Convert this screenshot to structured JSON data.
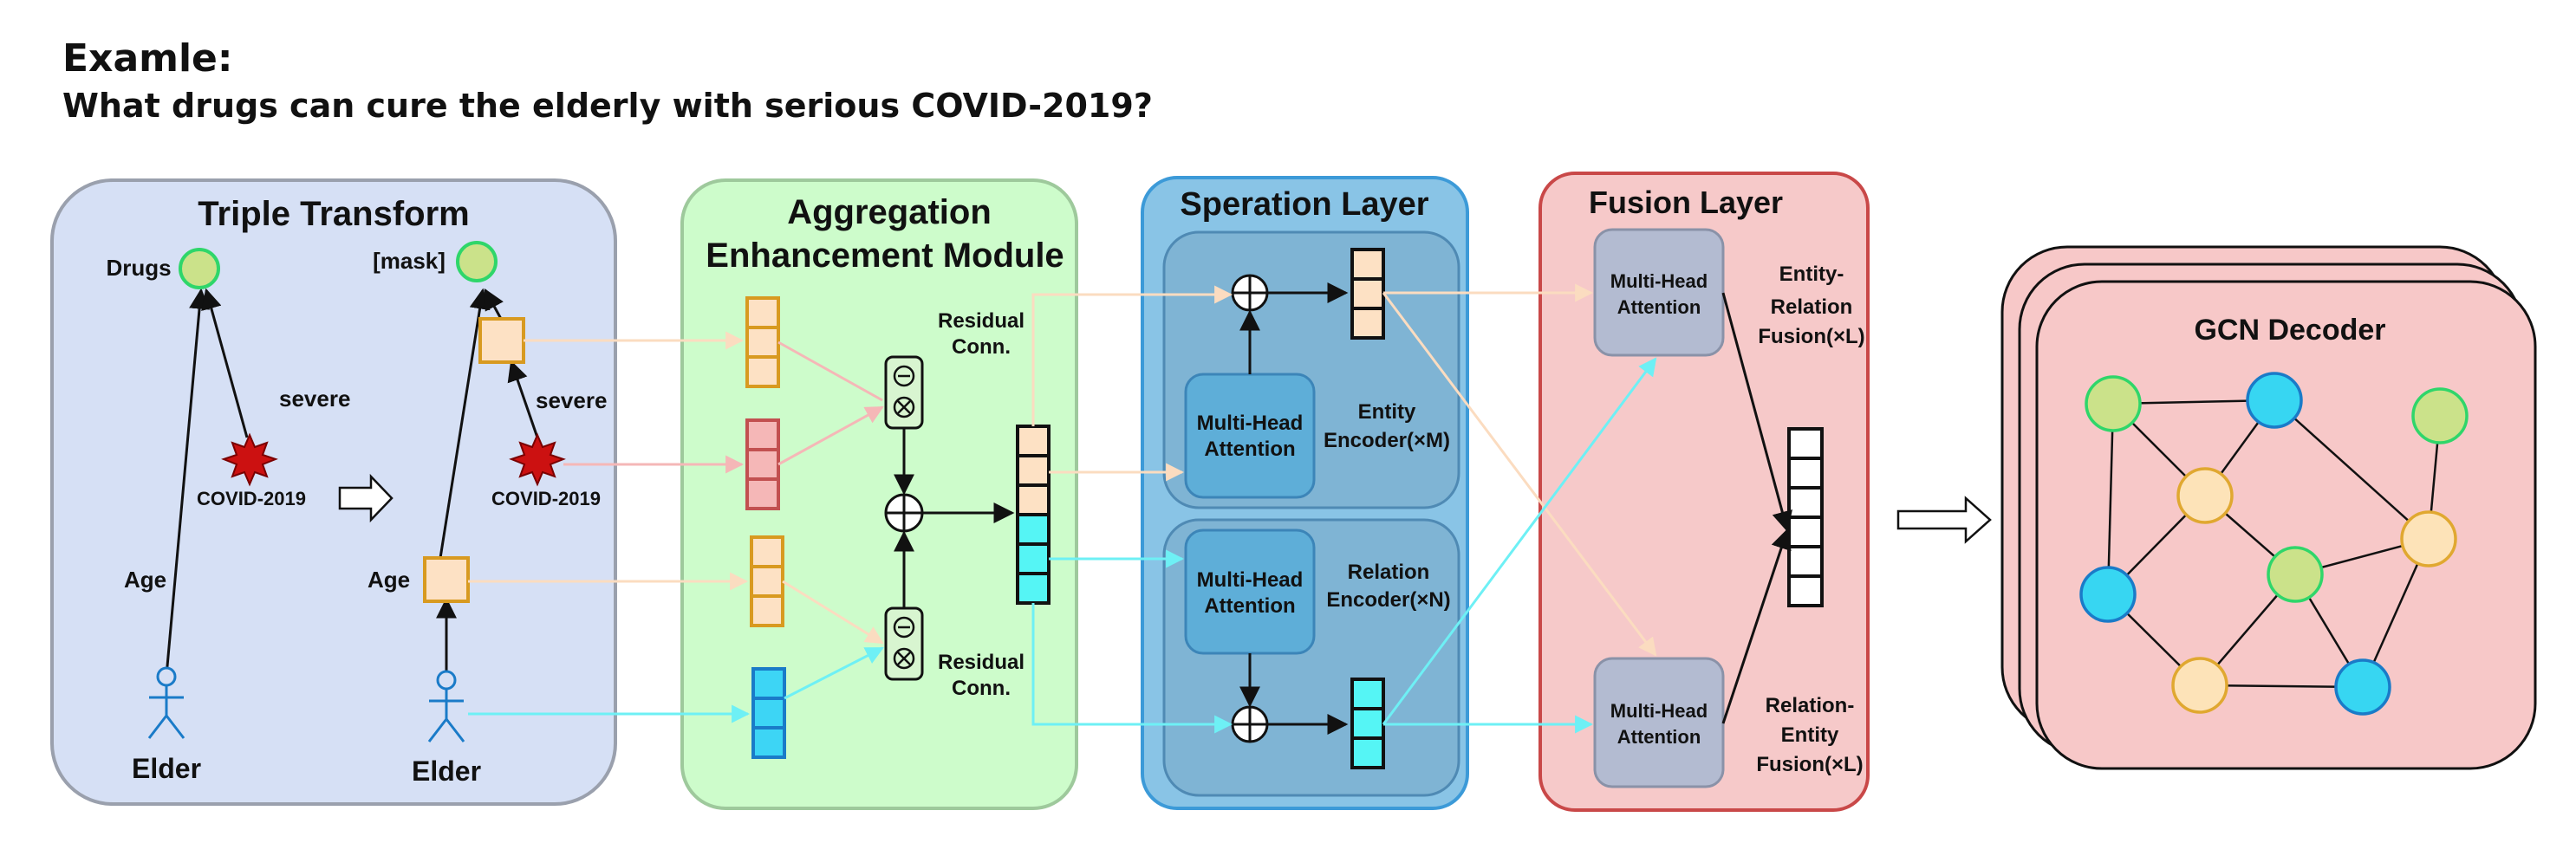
{
  "header": {
    "example_label": "Examle:",
    "question": "What drugs can cure the elderly with serious COVID-2019?"
  },
  "triple_transform": {
    "title": "Triple Transform",
    "drugs_label": "Drugs",
    "mask_label": "[mask]",
    "severe_label": "severe",
    "covid_label": "COVID-2019",
    "age_label": "Age",
    "elder_label": "Elder"
  },
  "aggregation": {
    "title_line1": "Aggregation",
    "title_line2": "Enhancement Module",
    "residual_top_line1": "Residual",
    "residual_top_line2": "Conn.",
    "residual_bottom_line1": "Residual",
    "residual_bottom_line2": "Conn."
  },
  "operation_layer": {
    "title": "Speration Layer",
    "mha_top_line1": "Multi-Head",
    "mha_top_line2": "Attention",
    "entity_encoder_line1": "Entity",
    "entity_encoder_line2": "Encoder(×M)",
    "mha_bottom_line1": "Multi-Head",
    "mha_bottom_line2": "Attention",
    "relation_encoder_line1": "Relation",
    "relation_encoder_line2": "Encoder(×N)"
  },
  "fusion_layer": {
    "title": "Fusion Layer",
    "mha_top_line1": "Multi-Head",
    "mha_top_line2": "Attention",
    "er_fusion_line1": "Entity-",
    "er_fusion_line2": "Relation",
    "er_fusion_line3": "Fusion(×L)",
    "mha_bottom_line1": "Multi-Head",
    "mha_bottom_line2": "Attention",
    "re_fusion_line1": "Relation-",
    "re_fusion_line2": "Entity",
    "re_fusion_line3": "Fusion(×L)"
  },
  "gcn_decoder": {
    "title": "GCN Decoder"
  },
  "colors": {
    "triple_bg": "#d6e0f5",
    "aggregation_bg": "#cdfccb",
    "operation_bg": "#89c4e6",
    "fusion_bg": "#f6c9c9",
    "gcn_bg": "#f7c8c8",
    "entity_orange": "#fde1c4",
    "relation_cyan": "#55f5f5",
    "node_green": "#cbe28a",
    "node_blue": "#37d6f2",
    "node_orange": "#fde3b8"
  }
}
